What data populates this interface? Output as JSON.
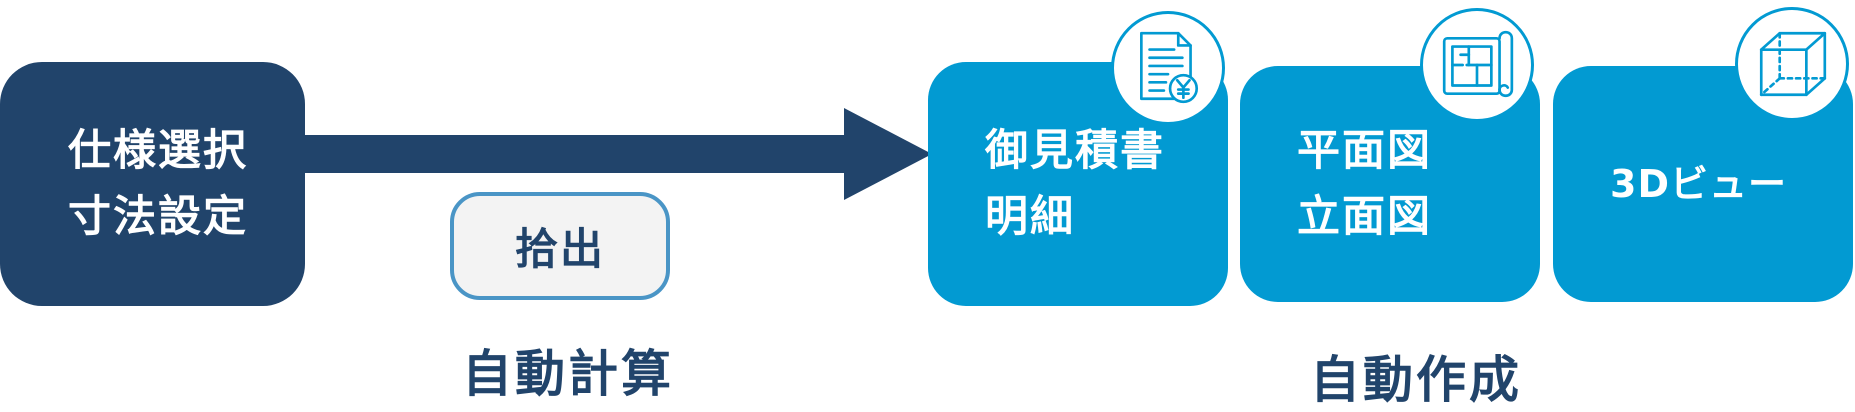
{
  "input": {
    "lines": [
      "仕様選択",
      "寸法設定"
    ]
  },
  "process": {
    "button_label": "拾出",
    "caption": "自動計算"
  },
  "outputs": [
    {
      "lines": [
        "御見積書",
        "明細"
      ],
      "icon": "estimate-document-yen-icon"
    },
    {
      "lines": [
        "平面図",
        "立面図"
      ],
      "icon": "floor-plan-scroll-icon"
    },
    {
      "lines": [
        "3Dビュー"
      ],
      "icon": "3d-cube-icon"
    }
  ],
  "output_caption": "自動作成",
  "colors": {
    "navy": "#21446b",
    "blue": "#029ad2",
    "outline": "#4a95c6",
    "button_bg": "#f3f3f3"
  }
}
